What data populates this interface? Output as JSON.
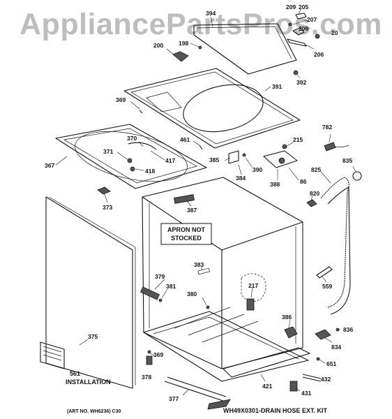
{
  "watermark": "AppliancePartsPros.com",
  "notes": {
    "apron_line1": "APRON NOT",
    "apron_line2": "STOCKED",
    "install_num": "561",
    "install_text": "INSTALLATION",
    "art_no": "(ART NO. WH6236) C30",
    "drain_kit": "WH49X0301-DRAIN HOSE EXT. KIT"
  },
  "callouts": {
    "p394": "394",
    "p209a": "209",
    "p205": "205",
    "p207": "207",
    "p209b": "209",
    "p20": "20",
    "p206": "206",
    "p200": "200",
    "p198": "198",
    "p392": "392",
    "p391": "391",
    "p369a": "369",
    "p782": "782",
    "p370": "370",
    "p461": "461",
    "p215": "215",
    "p835": "835",
    "p371": "371",
    "p417": "417",
    "p367": "367",
    "p385": "385",
    "p390": "390",
    "p86": "86",
    "p825": "825",
    "p418": "418",
    "p384": "384",
    "p388": "388",
    "p820": "820",
    "p373": "373",
    "p387": "387",
    "p383": "383",
    "p379": "379",
    "p381": "381",
    "p217": "217",
    "p559": "559",
    "p380": "380",
    "p386": "386",
    "p836": "836",
    "p834": "834",
    "p375": "375",
    "p369b": "369",
    "p651": "651",
    "p378": "378",
    "p432": "432",
    "p421": "421",
    "p431": "431",
    "p377": "377"
  }
}
